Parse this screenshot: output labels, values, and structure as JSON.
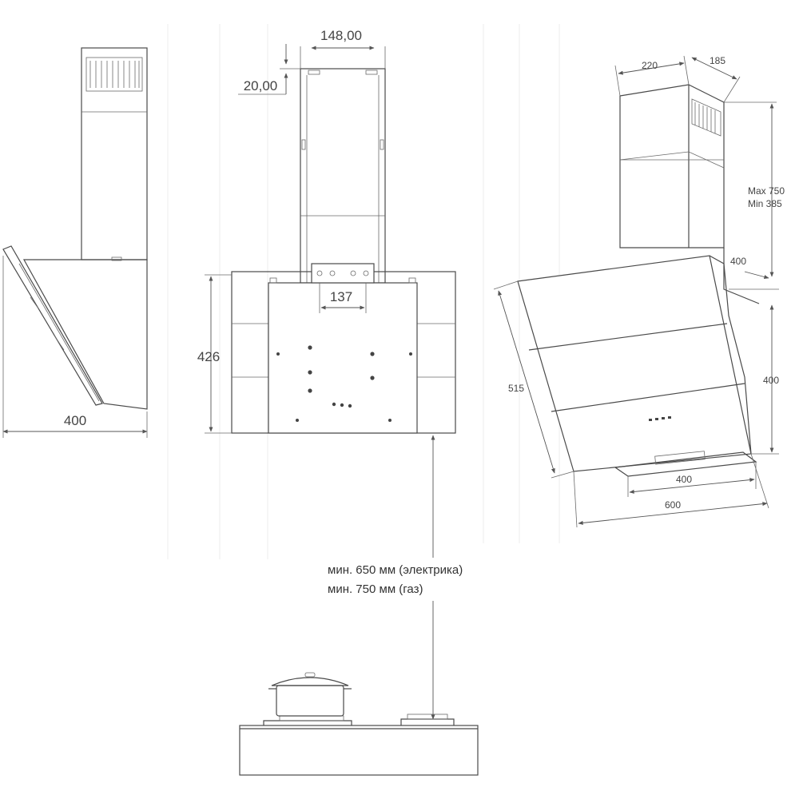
{
  "dimensions": {
    "side_width": "400",
    "chimney_width": "148,00",
    "chimney_offset": "20,00",
    "mount_spacing": "137",
    "body_height": "426",
    "chimney_top_width": "220",
    "chimney_top_depth": "185",
    "chimney_height_max": "Max  750",
    "chimney_height_min": "Min  385",
    "outlet_offset": "400",
    "panel_length": "515",
    "body_height_iso": "400",
    "bottom_width": "400",
    "overall_width": "600"
  },
  "install_note": {
    "electric": "мин. 650 мм (электрика)",
    "gas": "мин. 750 мм (газ)"
  }
}
